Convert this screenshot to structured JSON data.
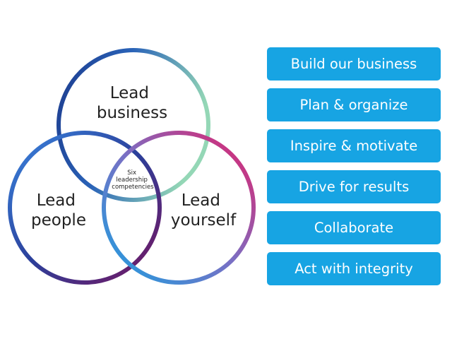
{
  "diagram": {
    "circles": [
      {
        "id": "business",
        "label_lines": [
          "Lead",
          "business"
        ],
        "gradient": [
          "#1f3e8f",
          "#8fd3b8"
        ]
      },
      {
        "id": "people",
        "label_lines": [
          "Lead",
          "people"
        ],
        "gradient": [
          "#2e6fd0",
          "#6a1460"
        ]
      },
      {
        "id": "yourself",
        "label_lines": [
          "Lead",
          "yourself"
        ],
        "gradient": [
          "#1aa0e0",
          "#e0206e"
        ]
      }
    ],
    "center_label_lines": [
      "Six",
      "leadership",
      "competencies"
    ]
  },
  "competencies": [
    "Build our business",
    "Plan & organize",
    "Inspire & motivate",
    "Drive for results",
    "Collaborate",
    "Act with integrity"
  ],
  "colors": {
    "button_bg": "#17a4e3",
    "button_text": "#ffffff",
    "label_text": "#222222"
  }
}
